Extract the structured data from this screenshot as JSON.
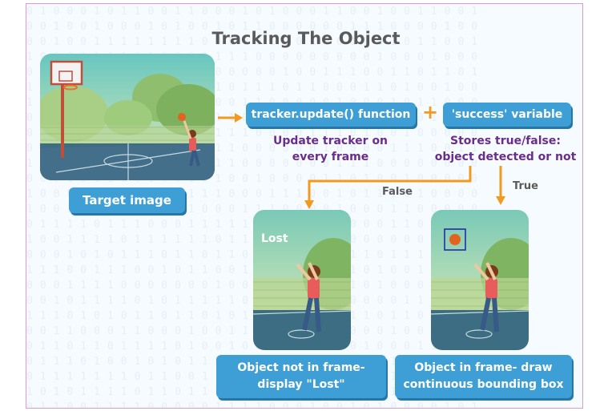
{
  "title": "Tracking The Object",
  "target_label": "Target image",
  "tracker_box": "tracker.update() function",
  "plus": "+",
  "success_box": "'success' variable",
  "tracker_desc": [
    "Update tracker on",
    "every frame"
  ],
  "success_desc": [
    "Stores true/false:",
    "object detected or not"
  ],
  "false_label": "False",
  "true_label": "True",
  "lost_overlay": "Lost",
  "lost_box": [
    "Object not in frame-",
    "display \"Lost\""
  ],
  "found_box": [
    "Object in frame- draw",
    "continuous bounding box"
  ],
  "colors": {
    "box_blue": "#3e9fd6",
    "arrow_orange": "#f39a1e",
    "desc_purple": "#6a2d8f",
    "bbox_blue": "#1f2fa8"
  }
}
